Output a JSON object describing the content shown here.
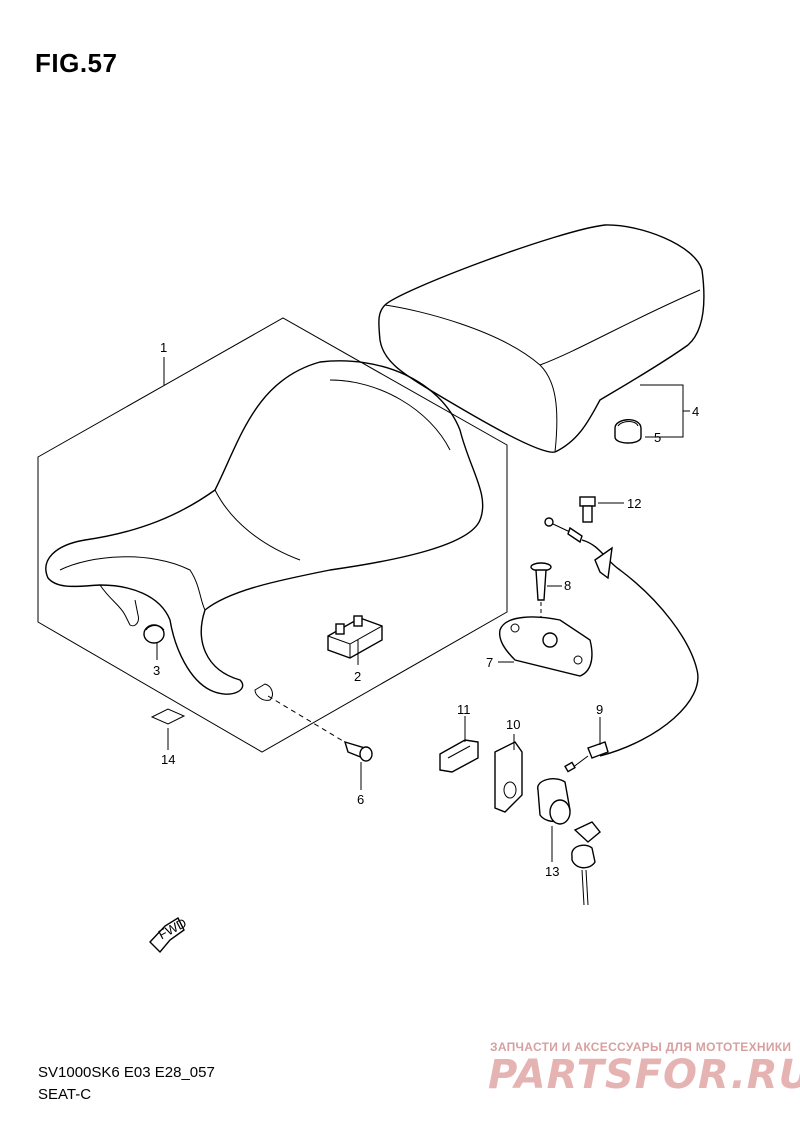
{
  "figure": {
    "title": "FIG.57"
  },
  "footer": {
    "model_code": "SV1000SK6 E03 E28_057",
    "section": "SEAT-C"
  },
  "watermark": {
    "tagline": "ЗАПЧАСТИ И АКСЕССУАРЫ ДЛЯ МОТОТЕХНИКИ",
    "logo": "PARTSFOR.RU",
    "color": "#e6b3b3"
  },
  "direction": {
    "label": "FWD"
  },
  "callouts": [
    {
      "id": "1",
      "label": "1"
    },
    {
      "id": "2",
      "label": "2"
    },
    {
      "id": "3",
      "label": "3"
    },
    {
      "id": "4",
      "label": "4"
    },
    {
      "id": "5",
      "label": "5"
    },
    {
      "id": "6",
      "label": "6"
    },
    {
      "id": "7",
      "label": "7"
    },
    {
      "id": "8",
      "label": "8"
    },
    {
      "id": "9",
      "label": "9"
    },
    {
      "id": "10",
      "label": "10"
    },
    {
      "id": "11",
      "label": "11"
    },
    {
      "id": "12",
      "label": "12"
    },
    {
      "id": "13",
      "label": "13"
    },
    {
      "id": "14",
      "label": "14"
    }
  ]
}
